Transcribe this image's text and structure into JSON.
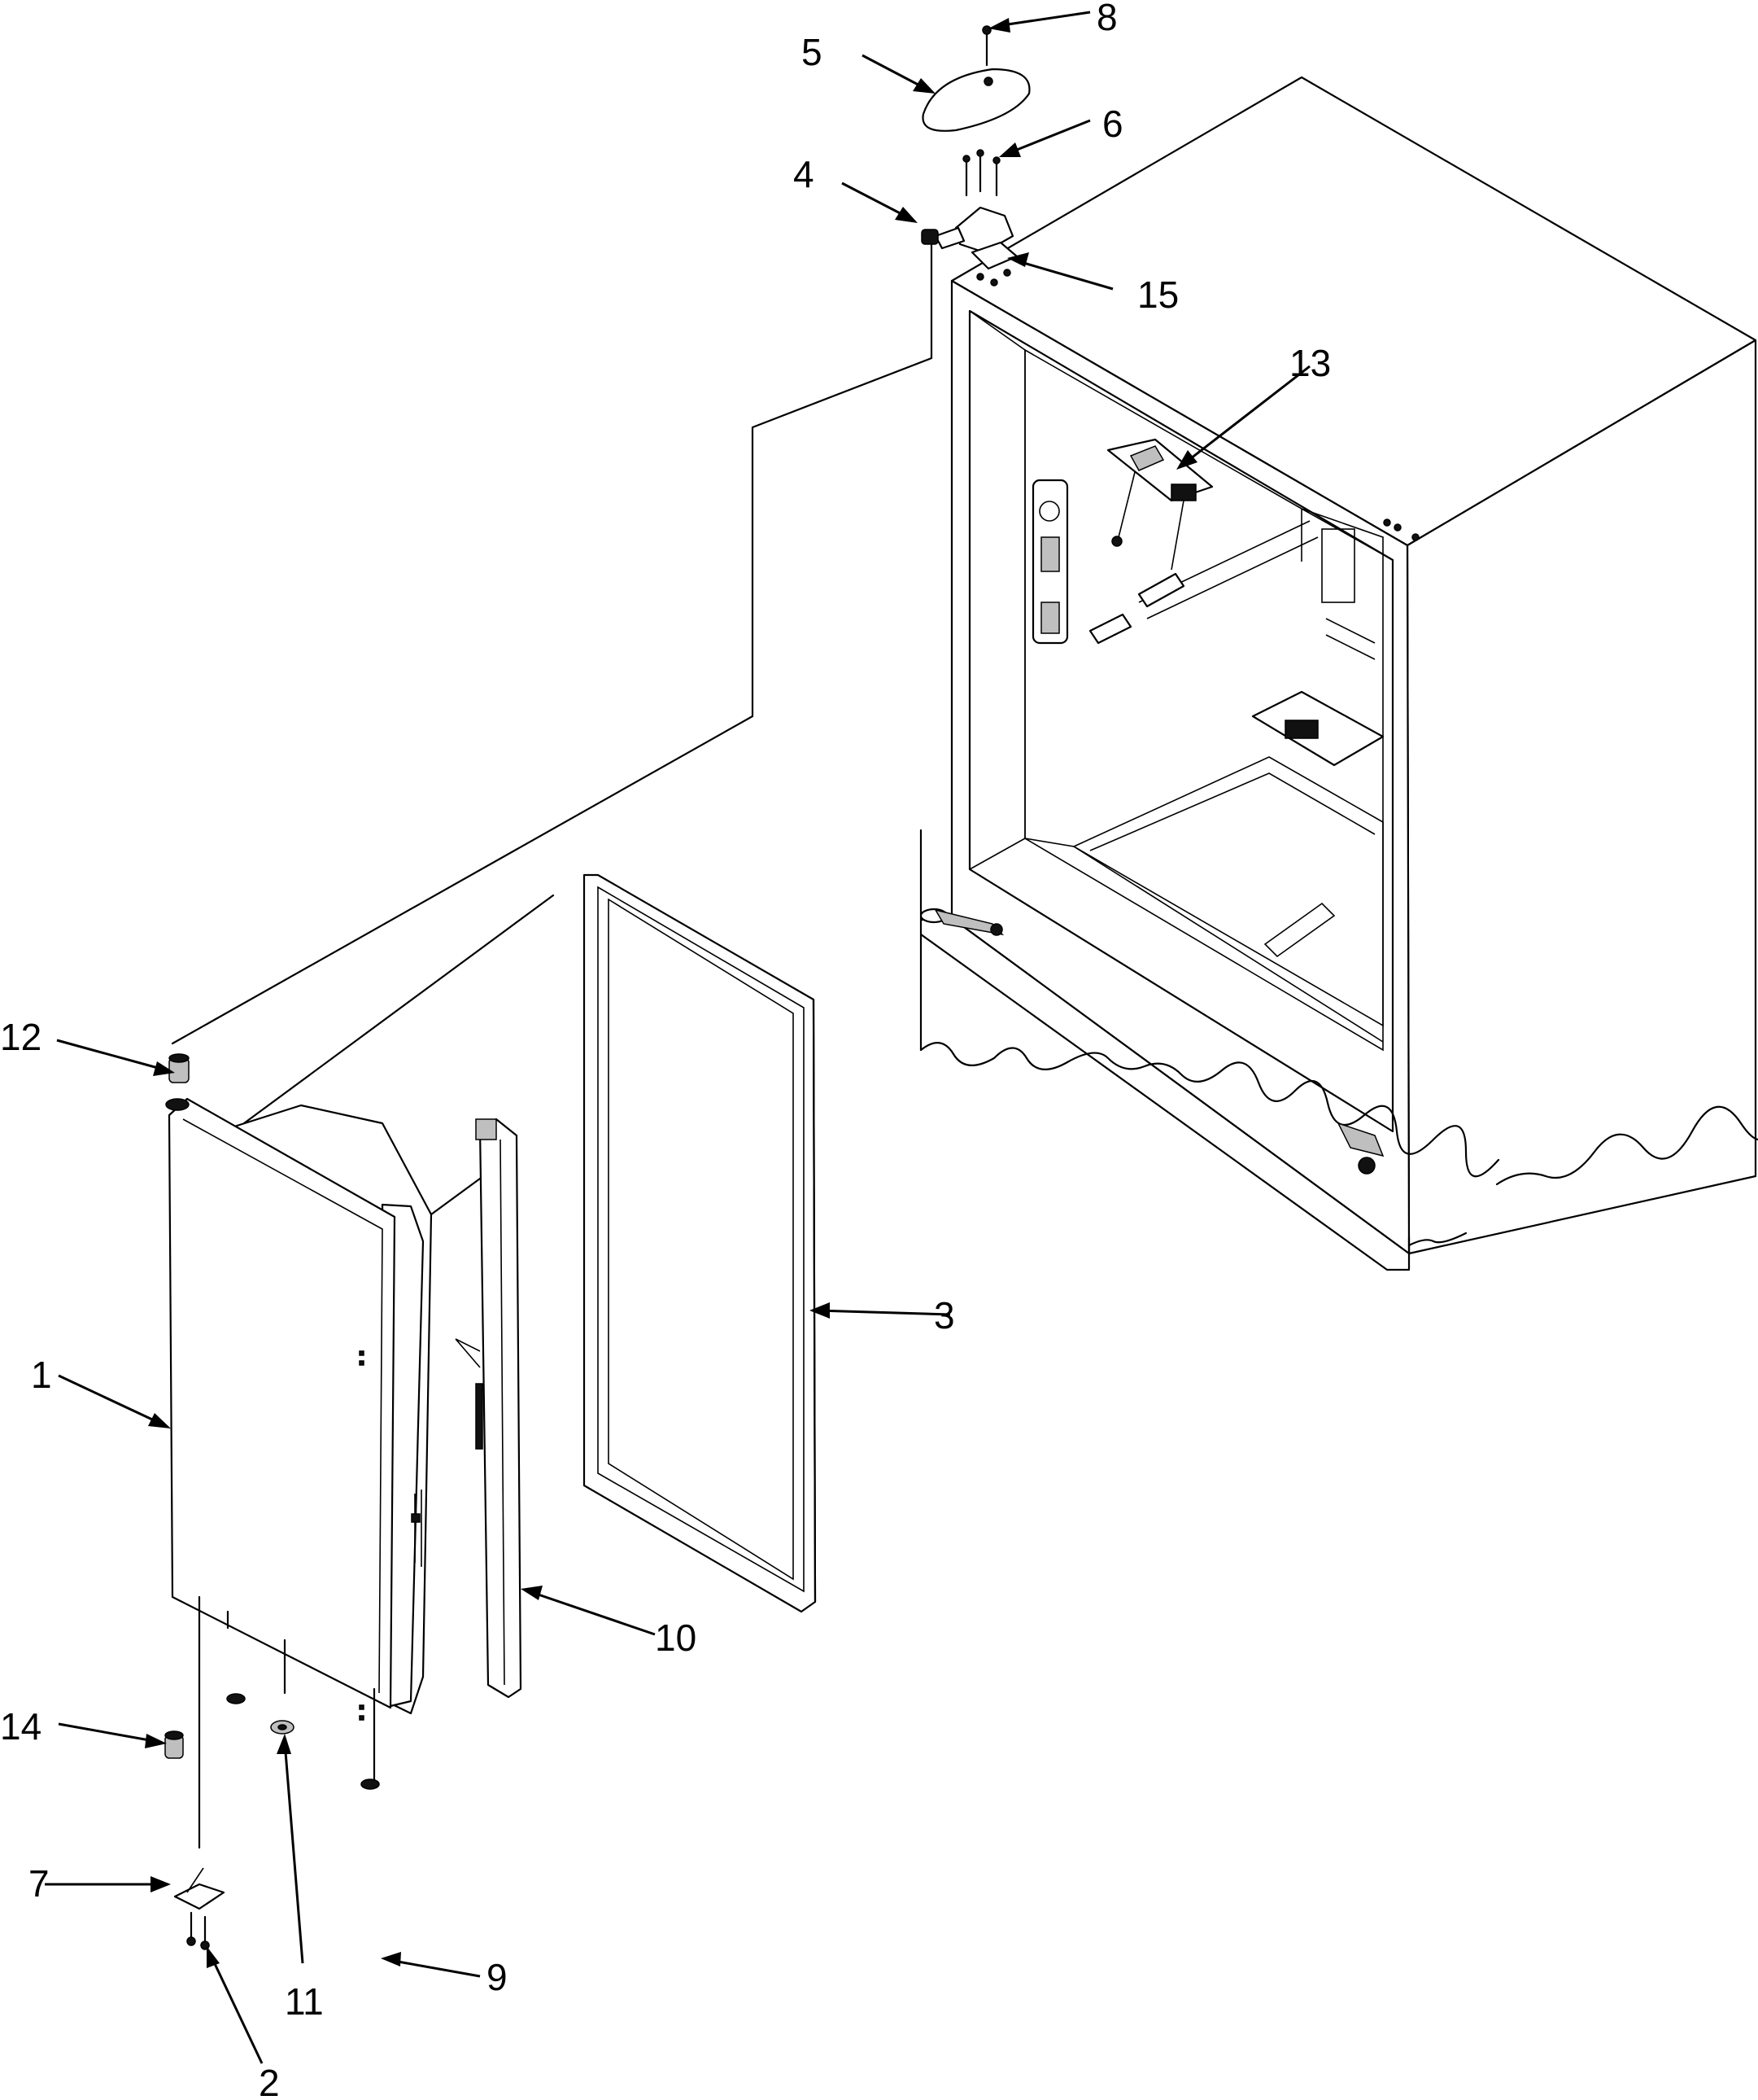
{
  "callouts": [
    {
      "id": "1",
      "label": "1",
      "part": "door"
    },
    {
      "id": "2",
      "label": "2",
      "part": "screw"
    },
    {
      "id": "3",
      "label": "3",
      "part": "gasket"
    },
    {
      "id": "4",
      "label": "4",
      "part": "hinge-top"
    },
    {
      "id": "5",
      "label": "5",
      "part": "hinge-cover"
    },
    {
      "id": "6",
      "label": "6",
      "part": "screw"
    },
    {
      "id": "7",
      "label": "7",
      "part": "hinge-bottom"
    },
    {
      "id": "8",
      "label": "8",
      "part": "screw"
    },
    {
      "id": "9",
      "label": "9",
      "part": "plug"
    },
    {
      "id": "10",
      "label": "10",
      "part": "mullion"
    },
    {
      "id": "11",
      "label": "11",
      "part": "washer"
    },
    {
      "id": "12",
      "label": "12",
      "part": "bushing-top"
    },
    {
      "id": "13",
      "label": "13",
      "part": "guide"
    },
    {
      "id": "14",
      "label": "14",
      "part": "bushing-bottom"
    },
    {
      "id": "15",
      "label": "15",
      "part": "shim"
    }
  ]
}
